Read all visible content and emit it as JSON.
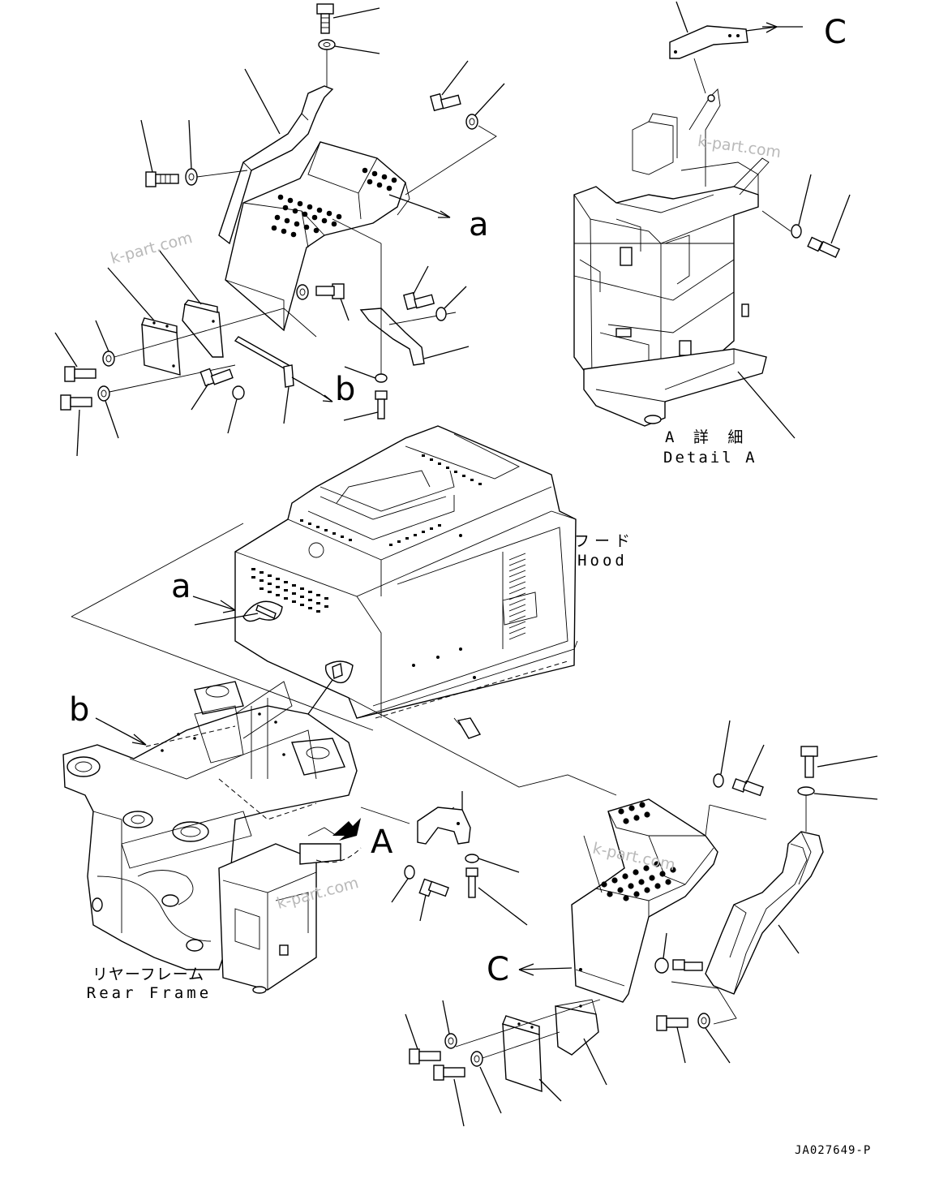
{
  "callouts": {
    "a_top": "a",
    "b_top": "b",
    "c_top": "C",
    "a_hood": "a",
    "b_frame": "b",
    "A_arrow": "A",
    "c_bottom": "C"
  },
  "labels": {
    "detail_a_jp": "A 詳 細",
    "detail_a_en": "Detail A",
    "hood_jp": "フード",
    "hood_en": "Hood",
    "rear_frame_jp": "リヤーフレーム",
    "rear_frame_en": "Rear Frame"
  },
  "watermark": "k-part.com",
  "drawing_code": "JA027649-P"
}
